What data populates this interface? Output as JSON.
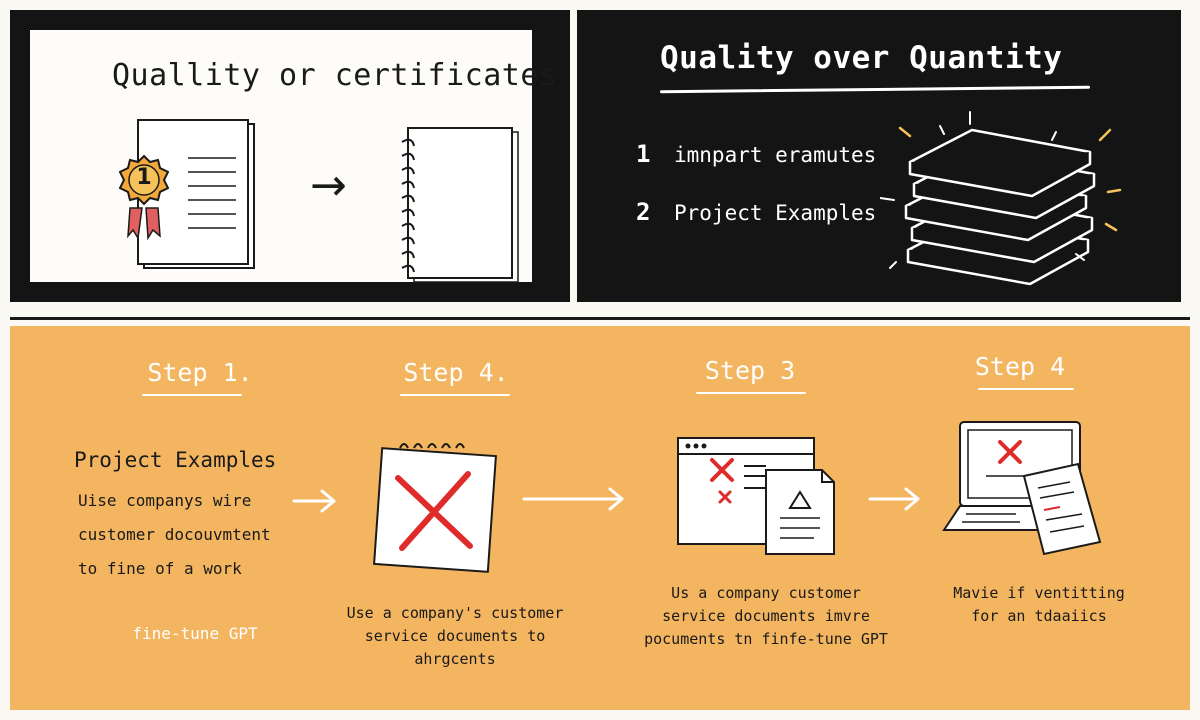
{
  "top_left": {
    "title": "Quallity or certificates",
    "badge_number": "1",
    "arrow": "→"
  },
  "top_right": {
    "title": "Quality over Quantity",
    "items": [
      {
        "number": "1",
        "label": "imnpart eramutes"
      },
      {
        "number": "2",
        "label": "Project Examples"
      }
    ]
  },
  "steps": [
    {
      "title": "Step 1",
      "suffix": ".",
      "heading": "Project Examples",
      "lines": [
        "Uise companys wire",
        "customer docouvmtent",
        "to fine of a work"
      ],
      "footer": "fine-tune GPT"
    },
    {
      "title": "Step 4.",
      "lines": [
        "Use a company's customer",
        "service documents to",
        "ahrgcents"
      ]
    },
    {
      "title": "Step 3",
      "lines": [
        "Us a company customer",
        "service documents imvre",
        "pocuments tn finfe-tune GPT"
      ]
    },
    {
      "title": "Step 4",
      "lines": [
        "Mavie if ventitting",
        "for an tdaaiics"
      ]
    }
  ],
  "colors": {
    "accent": "#f4b560",
    "dark": "#141414",
    "red": "#e02b2b"
  }
}
